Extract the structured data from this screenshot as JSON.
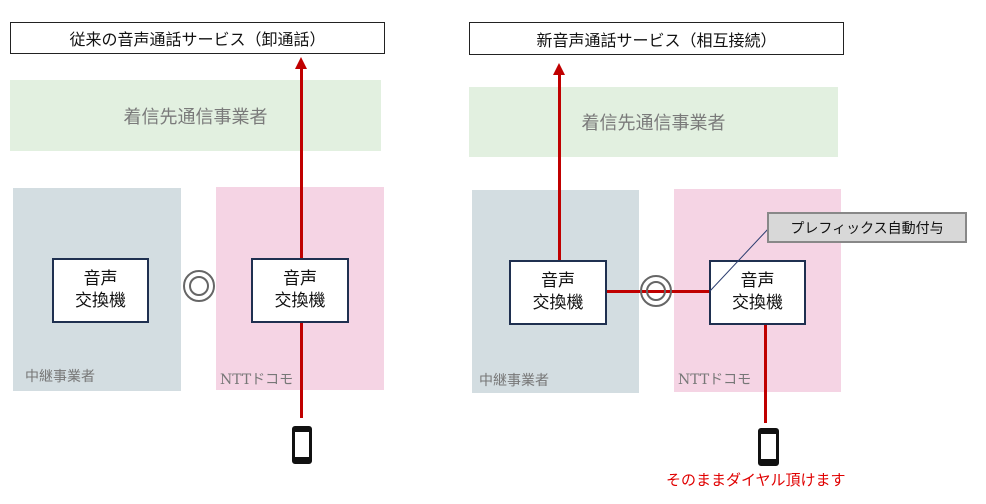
{
  "left": {
    "title": "従来の音声通話サービス（卸通話）",
    "destination": "着信先通信事業者",
    "relay_label": "中継事業者",
    "docomo_label": "NTTドコモ",
    "switch_a": [
      "音声",
      "交換機"
    ],
    "switch_b": [
      "音声",
      "交換機"
    ]
  },
  "right": {
    "title": "新音声通話サービス（相互接続）",
    "destination": "着信先通信事業者",
    "relay_label": "中継事業者",
    "docomo_label": "NTTドコモ",
    "switch_a": [
      "音声",
      "交換機"
    ],
    "switch_b": [
      "音声",
      "交換機"
    ],
    "callout": "プレフィックス自動付与",
    "note": "そのままダイヤル頂けます"
  },
  "colors": {
    "route": "#c00000",
    "note": "#e00000"
  }
}
